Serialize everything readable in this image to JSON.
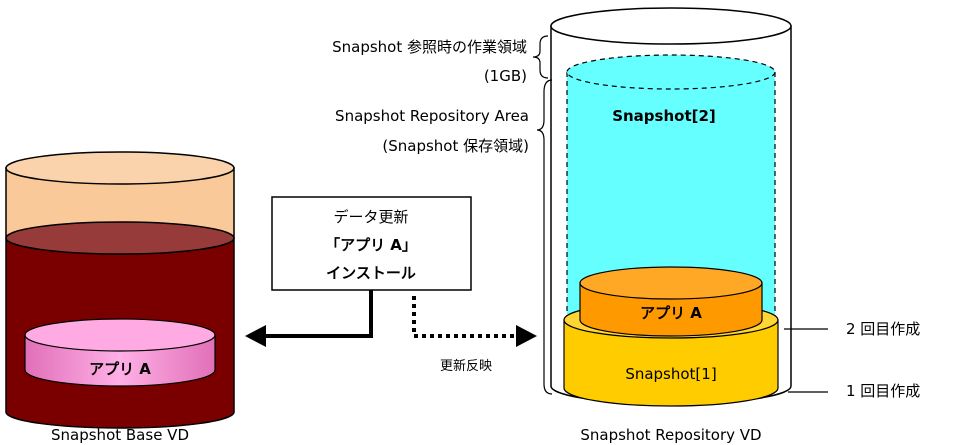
{
  "base_vd": {
    "caption": "Snapshot Base VD",
    "app_label": "アプリ A",
    "colors": {
      "top": "#f9c99a",
      "body": "#7a0000",
      "app": "#f78cd0"
    }
  },
  "update_box": {
    "line1": "データ更新",
    "line2": "「アプリ A」",
    "line3": "インストール"
  },
  "reflect_label": "更新反映",
  "repo_vd": {
    "caption": "Snapshot Repository VD",
    "work_area_label_1": "Snapshot 参照時の作業領域",
    "work_area_label_2": "(1GB)",
    "repo_area_label_1": "Snapshot Repository Area",
    "repo_area_label_2": "(Snapshot 保存領域)",
    "snapshot2_label": "Snapshot[2]",
    "app_label": "アプリ A",
    "snapshot1_label": "Snapshot[1]",
    "colors": {
      "cyan": "#66ffff",
      "orange": "#ff9900",
      "yellow": "#ffcc00"
    }
  },
  "markers": {
    "second": "2 回目作成",
    "first": "1 回目作成"
  }
}
